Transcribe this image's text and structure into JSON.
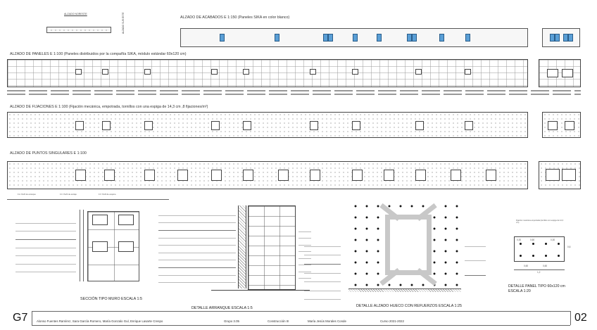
{
  "top_left": {
    "alzado_noreste": "ALZADO NORESTE",
    "alzado_sureste": "ALZADO SUR ESTE"
  },
  "acabados": {
    "title": "ALZADO DE ACABADOS E 1:150 (Paneles SIKA en color blanco)"
  },
  "paneles": {
    "title": "ALZADO DE PANELES E 1:100 (Paneles distribuidos por la compañía SIKA, módulo estándar 60x120 cm)"
  },
  "fijaciones": {
    "title": "ALZADO DE FIJACIONES E 1:100 (Fijación mecánica, empotrada, tornillos con una espiga de 14,3 cm ,8 fijaciones/m²)"
  },
  "puntos": {
    "title": "ALZADO DE PUNTOS SINGULARES E 1:100"
  },
  "legend_row": {
    "items": [
      "F.A: Perfil de arranque",
      "F.C: Perfil de anclaje",
      "F.V: Perfil de esquina"
    ]
  },
  "seccion": {
    "caption": "SECCIÓN TIPO MURO ESCALA 1:5"
  },
  "arranque": {
    "caption": "DETALLE ARRANQUE ESCALA 1:5"
  },
  "hueco": {
    "caption": "DETALLE ALZADO HUECO CON REFUERZOS ESCALA 1:25"
  },
  "panel_tipo": {
    "note": "Fijación mecánica empotrada (tornillos con espiga de 14,3 cm)",
    "caption_line1": "DETALLE PANEL TIPO 60x120 cm",
    "caption_line2": "ESCALA 1:20",
    "dims": [
      "0,30",
      "0,60",
      "0,30",
      "0,60",
      "0,60",
      "1,2",
      "0,6"
    ]
  },
  "footer": {
    "group_code": "G7",
    "authors": "Alonso Fuentes Ramírez, Sara García Romero, María Gonzalo Gul, Enrique Lasarte Crespo",
    "grupo": "Grupo 3.05",
    "asignatura": "Construcción III",
    "profesor": "María Jesús Morales Conde",
    "curso": "Curso 2021-2022",
    "sheet": "02"
  }
}
